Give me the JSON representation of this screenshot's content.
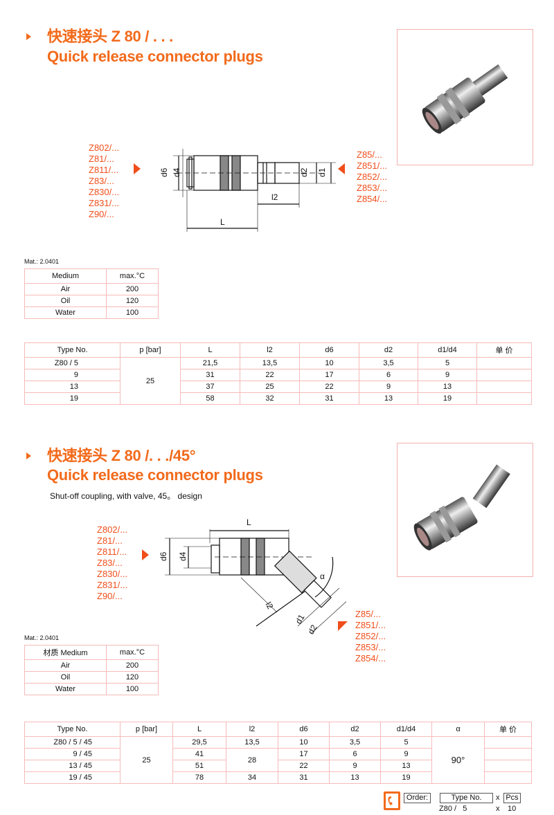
{
  "section1": {
    "title_cn": "快速接头 Z 80 / . . .",
    "title_en": "Quick release connector plugs",
    "left_codes": [
      "Z802/...",
      "Z81/...",
      "Z811/...",
      "Z83/...",
      "Z830/...",
      "Z831/...",
      "Z90/..."
    ],
    "right_codes": [
      "Z85/...",
      "Z851/...",
      "Z852/...",
      "Z853/...",
      "Z854/..."
    ],
    "dims": {
      "d6": "d6",
      "d4": "d4",
      "d2": "d2",
      "d1": "d1",
      "l2": "l2",
      "L": "L"
    },
    "material": "Mat.: 2.0401",
    "medium_table": {
      "headers": [
        "Medium",
        "max.°C"
      ],
      "rows": [
        [
          "Air",
          "200"
        ],
        [
          "Oil",
          "120"
        ],
        [
          "Water",
          "100"
        ]
      ]
    },
    "spec_table": {
      "headers": [
        "Type No.",
        "p [bar]",
        "L",
        "l2",
        "d6",
        "d2",
        "d1/d4",
        "单 价"
      ],
      "pressure": "25",
      "rows": [
        [
          "Z80 /   5",
          "21,5",
          "13,5",
          "10",
          "3,5",
          "5",
          ""
        ],
        [
          "9",
          "31",
          "22",
          "17",
          "6",
          "9",
          ""
        ],
        [
          "13",
          "37",
          "25",
          "22",
          "9",
          "13",
          ""
        ],
        [
          "19",
          "58",
          "32",
          "31",
          "13",
          "19",
          ""
        ]
      ]
    }
  },
  "section2": {
    "title_cn": "快速接头 Z 80 /. . ./45°",
    "title_en": "Quick release connector plugs",
    "subtitle": "Shut-off coupling, with valve, 45。 design",
    "left_codes": [
      "Z802/...",
      "Z81/...",
      "Z811/...",
      "Z83/...",
      "Z830/...",
      "Z831/...",
      "Z90/..."
    ],
    "right_codes": [
      "Z85/...",
      "Z851/...",
      "Z852/...",
      "Z853/...",
      "Z854/..."
    ],
    "dims": {
      "d6": "d6",
      "d4": "d4",
      "d2": "d2",
      "d1": "d1",
      "l2": "l2",
      "L": "L",
      "alpha": "α"
    },
    "material": "Mat.: 2.0401",
    "medium_table": {
      "headers": [
        "材质 Medium",
        "max.°C"
      ],
      "rows": [
        [
          "Air",
          "200"
        ],
        [
          "Oil",
          "120"
        ],
        [
          "Water",
          "100"
        ]
      ]
    },
    "spec_table": {
      "headers": [
        "Type No.",
        "p [bar]",
        "L",
        "l2",
        "d6",
        "d2",
        "d1/d4",
        "α",
        "单 价"
      ],
      "pressure": "25",
      "l2_merged": "28",
      "alpha": "90°",
      "rows": [
        [
          "Z80 /   5 / 45",
          "29,5",
          "13,5",
          "10",
          "3,5",
          "5"
        ],
        [
          "9 / 45",
          "41",
          "",
          "17",
          "6",
          "9"
        ],
        [
          "13 / 45",
          "51",
          "",
          "22",
          "9",
          "13"
        ],
        [
          "19 / 45",
          "78",
          "34",
          "31",
          "13",
          "19"
        ]
      ]
    }
  },
  "order": {
    "label": "Order:",
    "type_header": "Type No.",
    "x": "x",
    "pcs_header": "Pcs",
    "type_value": "Z80 /   5",
    "pcs_value": "10"
  },
  "colors": {
    "accent": "#f26a1b",
    "label": "#f04e1a",
    "border": "#f6baba"
  }
}
